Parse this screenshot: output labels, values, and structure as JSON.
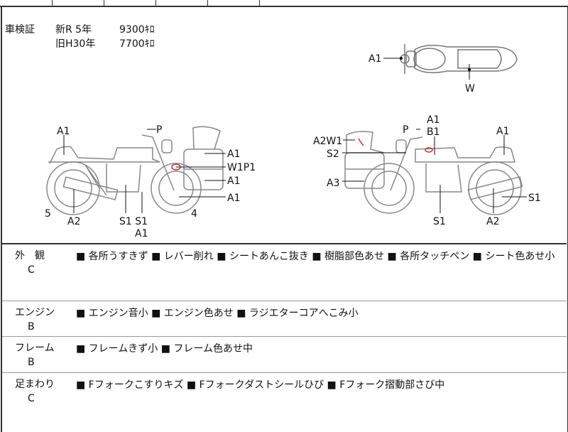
{
  "shaken": {
    "label": "車検証",
    "new_line": "新R  5年",
    "new_km": "9300ｷﾛ",
    "old_line": "旧H30年",
    "old_km": "7700ｷﾛ"
  },
  "top_view": {
    "labels": [
      "A1",
      "W"
    ]
  },
  "left_bike": {
    "labels": [
      "A1",
      "P",
      "A1",
      "W1P1",
      "A1",
      "A1",
      "5",
      "A2",
      "S1 S1",
      "A1",
      "4"
    ]
  },
  "right_bike": {
    "labels": [
      "A1",
      "B1",
      "P",
      "A2W1",
      "S2",
      "A1",
      "A3",
      "S1",
      "S1",
      "A2"
    ]
  },
  "marker_color": "#d03030",
  "sections": [
    {
      "name": "外　観",
      "grade": "C",
      "text": "■ 各所うすきず ■ レバー削れ ■ シートあんこ抜き ■ 樹脂部色あせ ■ 各所タッチペン ■ シート色あせ小"
    },
    {
      "name": "エンジン",
      "grade": "B",
      "text": "■ エンジン音小 ■ エンジン色あせ ■ ラジエターコアへこみ小"
    },
    {
      "name": "フレーム",
      "grade": "B",
      "text": "■ フレームきず小 ■ フレーム色あせ中"
    },
    {
      "name": "足まわり",
      "grade": "C",
      "text": "■ Fフォークこすりキズ ■ Fフォークダストシールひび ■ Fフォーク摺動部さび中"
    }
  ]
}
